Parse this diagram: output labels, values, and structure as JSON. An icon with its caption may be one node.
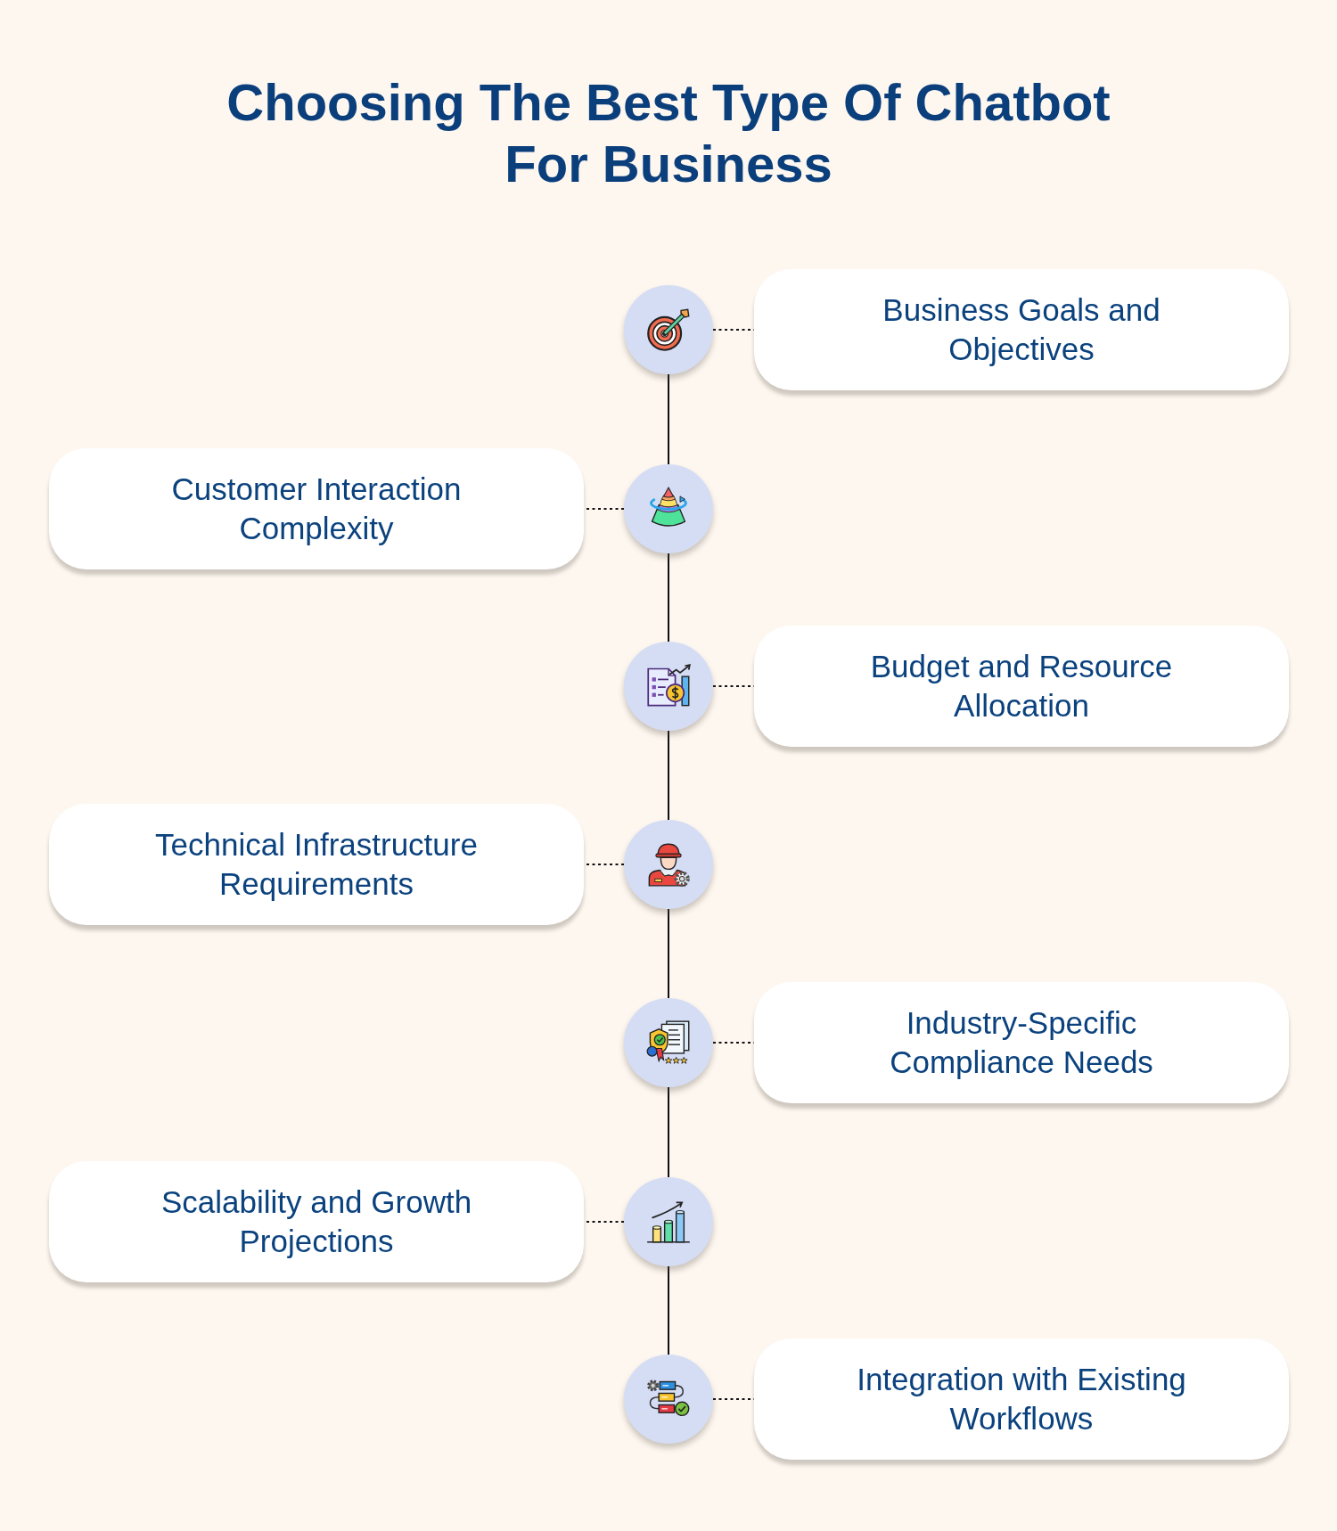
{
  "diagram": {
    "title": "Choosing The Best Type Of Chatbot For Business",
    "nodes": [
      {
        "text": [],
        "shape": "circle"
      },
      {
        "text": [
          "Business Goals and Objectives"
        ]
      },
      {
        "text": [
          "Customer Interaction Complexity"
        ]
      },
      {
        "text": [],
        "shape": "circle"
      },
      {
        "text": [],
        "shape": "circle"
      },
      {
        "text": [
          "Budget and Resource Allocation"
        ]
      },
      {
        "text": [
          "Technical Infrastructure Requirements"
        ]
      },
      {
        "text": [],
        "shape": "circle"
      },
      {
        "text": [],
        "shape": "circle"
      },
      {
        "text": [
          "Industry-Specific Compliance Needs"
        ]
      },
      {
        "text": [
          "Scalability and Growth Projections"
        ]
      },
      {
        "text": [],
        "shape": "circle"
      },
      {
        "text": [],
        "shape": "circle"
      },
      {
        "text": [
          "Integration with Existing Workflows"
        ]
      }
    ],
    "edges": [
      {
        "from": 0,
        "to": 1,
        "arrow": "none",
        "style": "dashed"
      },
      {
        "from": 0,
        "to": 3,
        "arrow": "none"
      },
      {
        "from": 3,
        "to": 2,
        "arrow": "none",
        "style": "dashed"
      },
      {
        "from": 3,
        "to": 4,
        "arrow": "none"
      },
      {
        "from": 4,
        "to": 5,
        "arrow": "none",
        "style": "dashed"
      },
      {
        "from": 4,
        "to": 7,
        "arrow": "none"
      },
      {
        "from": 7,
        "to": 6,
        "arrow": "none",
        "style": "dashed"
      },
      {
        "from": 7,
        "to": 8,
        "arrow": "none"
      },
      {
        "from": 8,
        "to": 9,
        "arrow": "none",
        "style": "dashed"
      },
      {
        "from": 8,
        "to": 11,
        "arrow": "none"
      },
      {
        "from": 11,
        "to": 10,
        "arrow": "none",
        "style": "dashed"
      },
      {
        "from": 11,
        "to": 12,
        "arrow": "none"
      },
      {
        "from": 12,
        "to": 13,
        "arrow": "none",
        "style": "dashed"
      }
    ]
  }
}
